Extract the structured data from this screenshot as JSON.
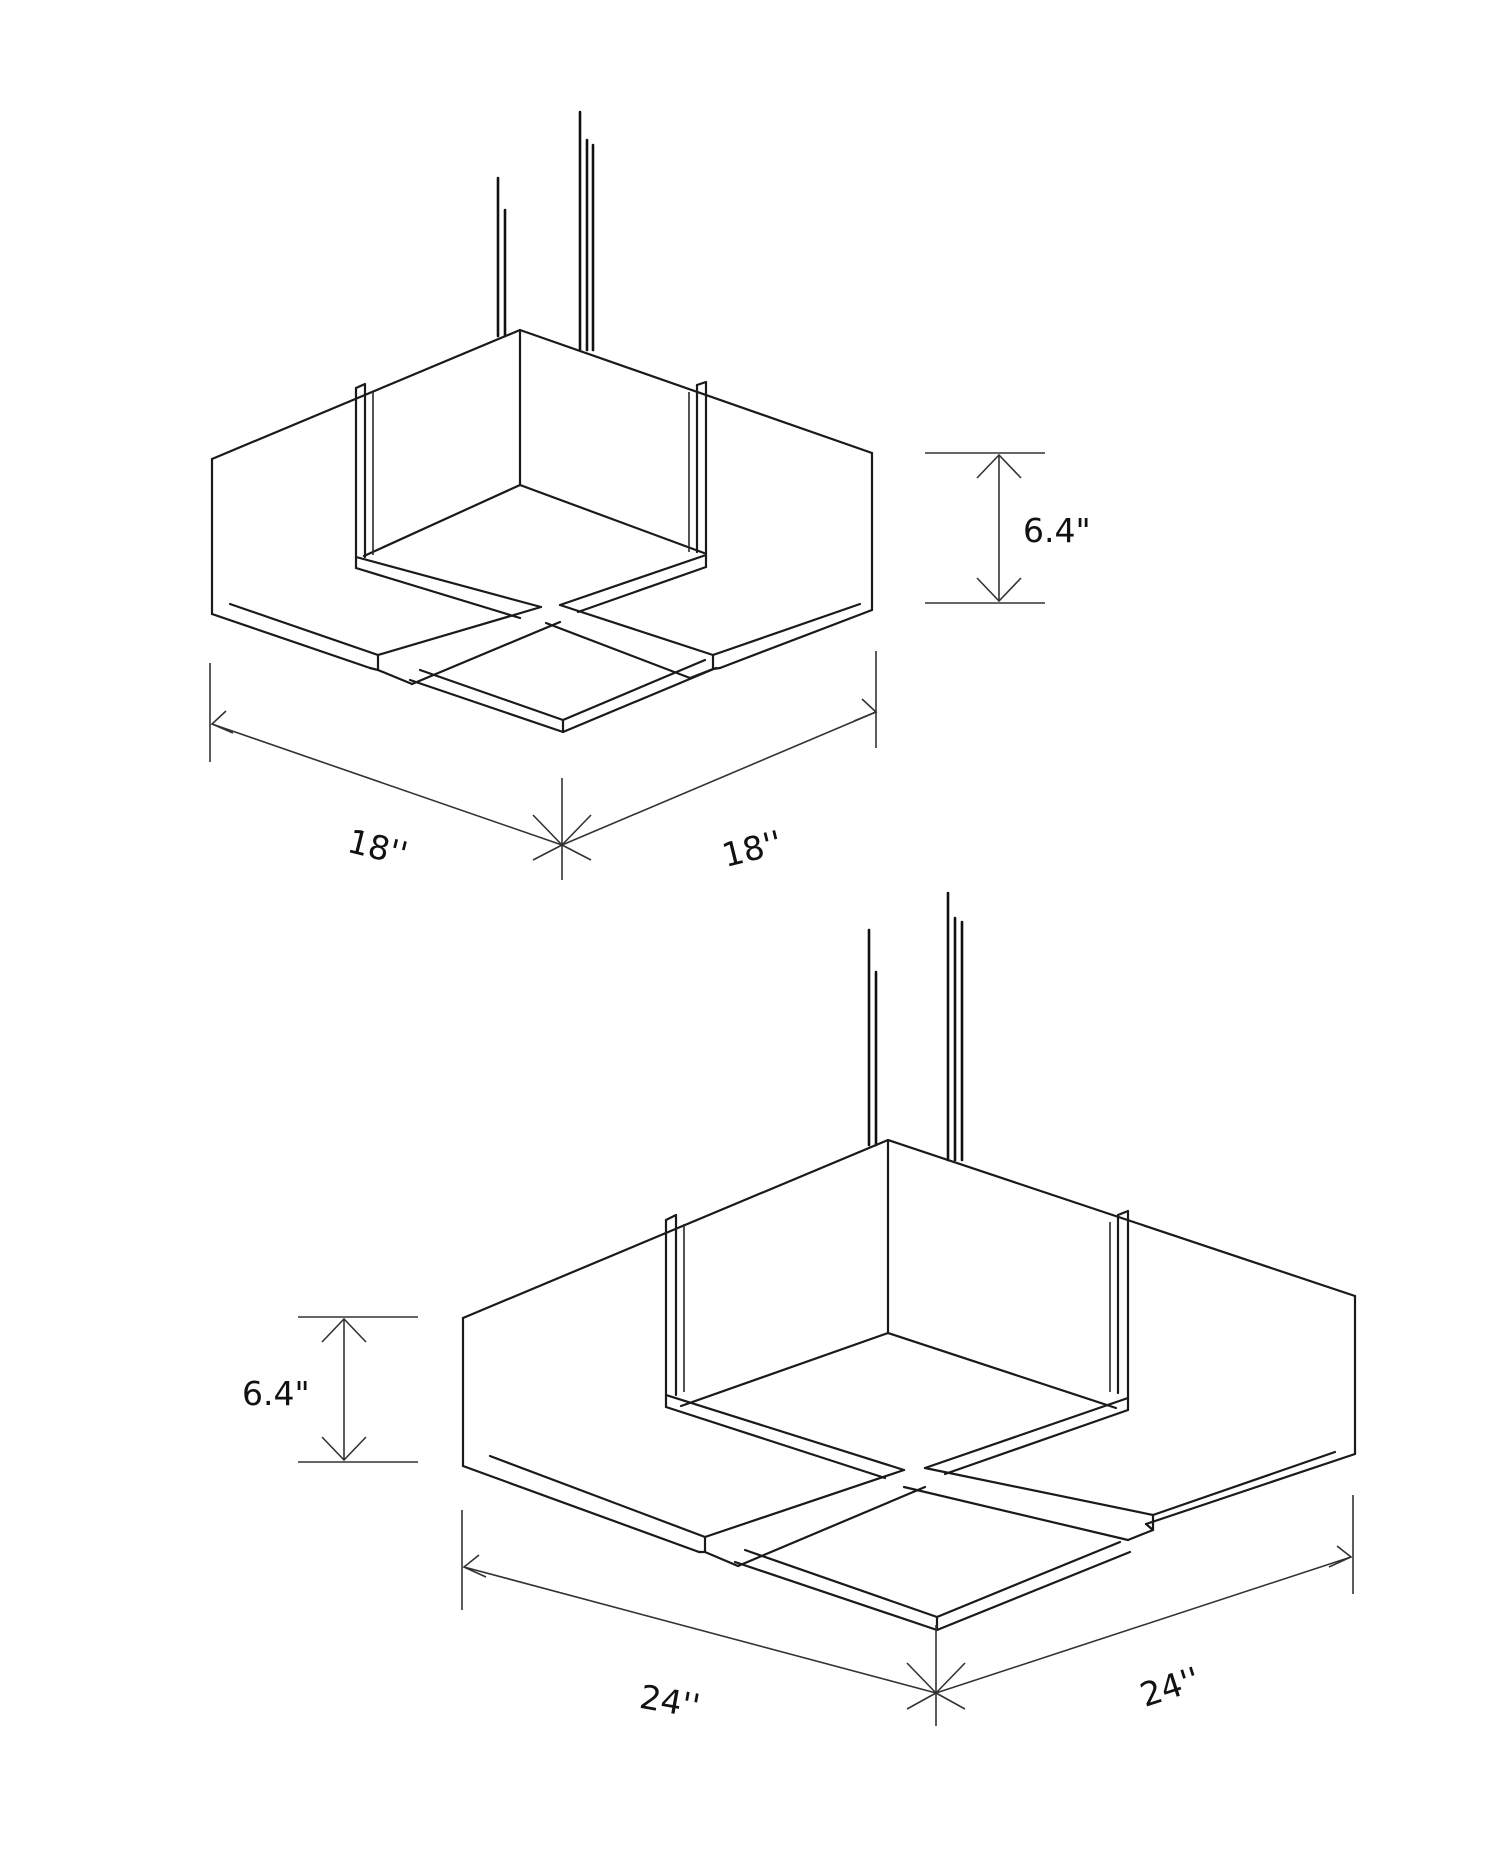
{
  "fixtures": [
    {
      "height_label": "6.4\"",
      "width_label": "18''",
      "depth_label": "18''"
    },
    {
      "height_label": "6.4\"",
      "width_label": "24''",
      "depth_label": "24''"
    }
  ]
}
